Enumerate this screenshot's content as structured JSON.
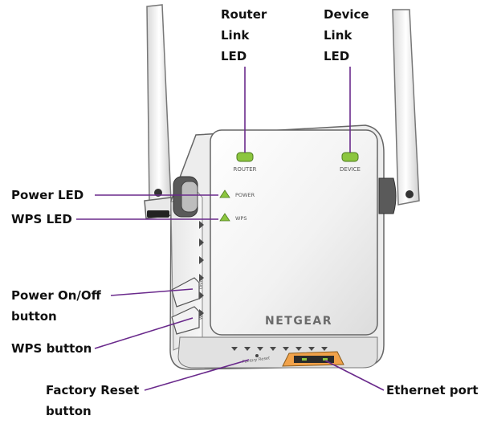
{
  "callouts": {
    "router_led": "Router\nLink\nLED",
    "device_led": "Device\nLink\nLED",
    "power_led": "Power  LED",
    "wps_led": "WPS LED",
    "power_button": "Power  On/Off\nbutton",
    "wps_button": "WPS button",
    "factory_reset": "Factory Reset\nbutton",
    "ethernet_port": "Ethernet port"
  },
  "device": {
    "brand": "NETGEAR",
    "router_label": "ROUTER",
    "device_label": "DEVICE",
    "power_label": "POWER",
    "wps_label": "WPS",
    "side_power_label": "On/Off",
    "side_wps_label": "WPS",
    "reset_label": "Factory\nReset"
  },
  "colors": {
    "leader_line": "#6a2a8c",
    "led_green": "#8cc63f",
    "body_light": "#f4f4f4",
    "body_shadow": "#cfcfcf"
  }
}
